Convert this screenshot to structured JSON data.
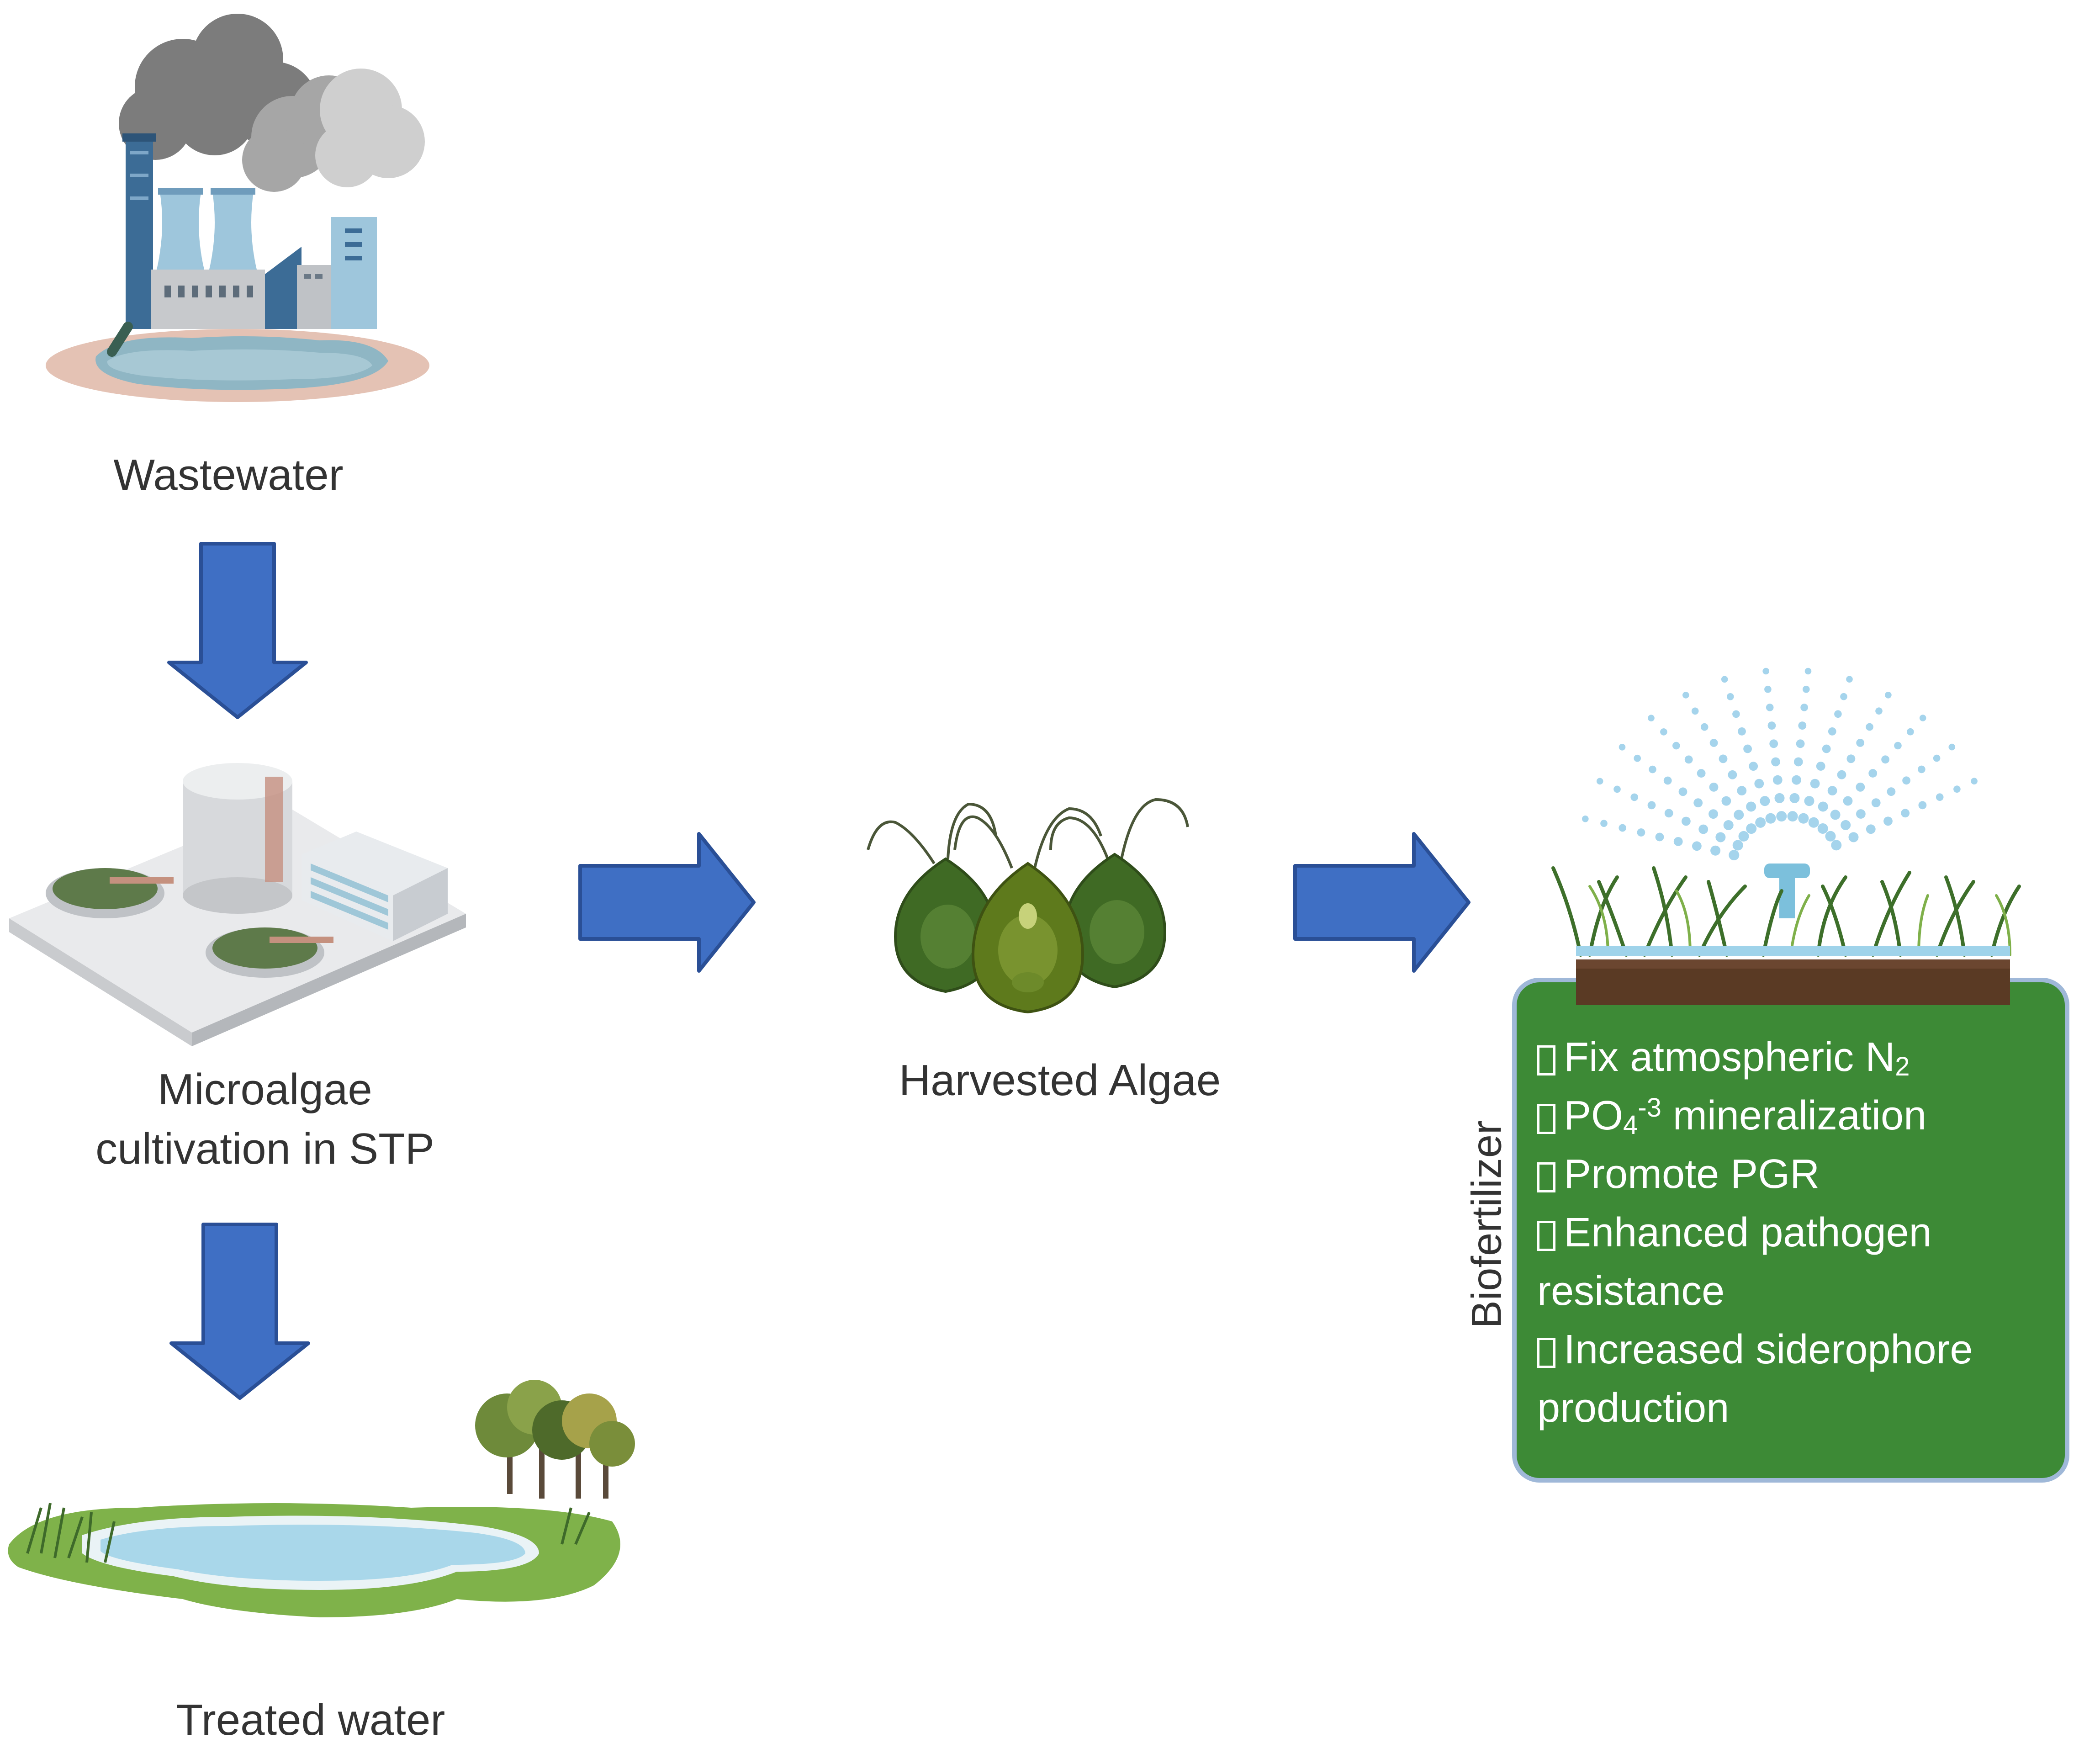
{
  "labels": {
    "wastewater": "Wastewater",
    "microalgae": [
      "Microalgae",
      "cultivation in STP"
    ],
    "harvested": "Harvested Algae",
    "treated": "Treated water",
    "biofertilizer": "Biofertilizer"
  },
  "benefits": {
    "b1_text": "Fix atmospheric N",
    "b1_sub": "2",
    "b2_pre": "PO",
    "b2_sub": "4",
    "b2_sup": "-3",
    "b2_post": " mineralization",
    "b3": "Promote PGR",
    "b4_line1": "Enhanced pathogen",
    "b4_line2": "resistance",
    "b5_line1": "Increased siderophore",
    "b5_line2": "production"
  },
  "colors": {
    "arrow": "#3f6fc4",
    "arrow_edge": "#2a4f96",
    "panel": "#3d8a36",
    "panel_border": "#9fb8d8"
  },
  "icons": {
    "factory": "factory-icon",
    "stp": "treatment-plant-icon",
    "algae": "algae-cells-icon",
    "pond": "pond-icon",
    "sprinkler": "sprinkler-field-icon"
  }
}
